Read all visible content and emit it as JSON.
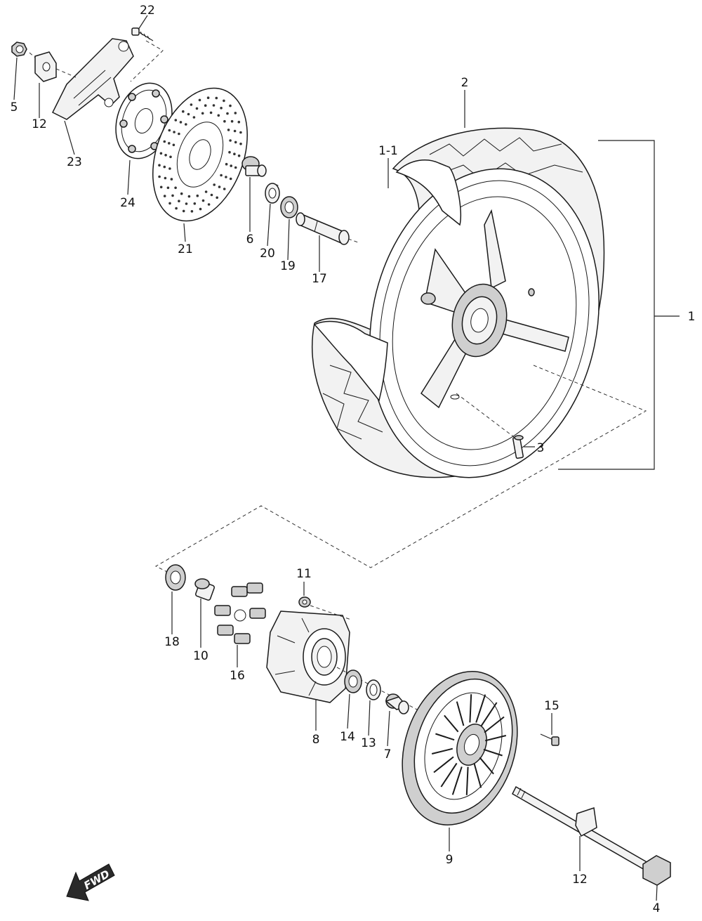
{
  "diagram": {
    "fwd_label": "FWD",
    "callouts": [
      {
        "id": "c22",
        "label": "22"
      },
      {
        "id": "c5",
        "label": "5"
      },
      {
        "id": "c12a",
        "label": "12"
      },
      {
        "id": "c23",
        "label": "23"
      },
      {
        "id": "c24",
        "label": "24"
      },
      {
        "id": "c21",
        "label": "21"
      },
      {
        "id": "c6",
        "label": "6"
      },
      {
        "id": "c20",
        "label": "20"
      },
      {
        "id": "c19",
        "label": "19"
      },
      {
        "id": "c17",
        "label": "17"
      },
      {
        "id": "c1-1",
        "label": "1-1"
      },
      {
        "id": "c2",
        "label": "2"
      },
      {
        "id": "c1",
        "label": "1"
      },
      {
        "id": "c3",
        "label": "3"
      },
      {
        "id": "c11",
        "label": "11"
      },
      {
        "id": "c18",
        "label": "18"
      },
      {
        "id": "c10",
        "label": "10"
      },
      {
        "id": "c16",
        "label": "16"
      },
      {
        "id": "c8",
        "label": "8"
      },
      {
        "id": "c14",
        "label": "14"
      },
      {
        "id": "c13",
        "label": "13"
      },
      {
        "id": "c7",
        "label": "7"
      },
      {
        "id": "c15",
        "label": "15"
      },
      {
        "id": "c9",
        "label": "9"
      },
      {
        "id": "c12b",
        "label": "12"
      },
      {
        "id": "c4",
        "label": "4"
      }
    ]
  }
}
